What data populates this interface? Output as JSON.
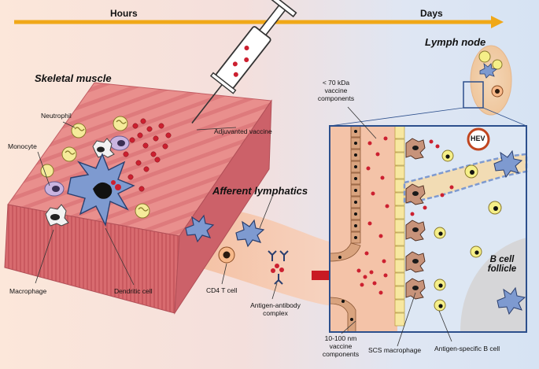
{
  "timeline": {
    "start": "Hours",
    "end": "Days"
  },
  "labels": {
    "skeletal_muscle": "Skeletal muscle",
    "neutrophil": "Neutrophil",
    "monocyte": "Monocyte",
    "macrophage": "Macrophage",
    "dendritic_cell": "Dendritic cell",
    "adjuvanted_vaccine": "Adjuvanted vaccine",
    "afferent_lymphatics": "Afferent lymphatics",
    "cd4_t_cell": "CD4 T cell",
    "antigen_antibody_line1": "Antigen-antibody",
    "antigen_antibody_line2": "complex",
    "lymph_node": "Lymph node",
    "small_components_line1": "< 70 kDa",
    "small_components_line2": "vaccine",
    "small_components_line3": "components",
    "hev": "HEV",
    "b_cell_follicle_line1": "B cell",
    "b_cell_follicle_line2": "follicle",
    "large_components_line1": "10-100 nm",
    "large_components_line2": "vaccine",
    "large_components_line3": "components",
    "scs_macrophage": "SCS macrophage",
    "antigen_specific_b_cell": "Antigen-specific B cell"
  },
  "colors": {
    "timeline_arrow": "#f0a818",
    "muscle": "#e58a8a",
    "dendritic_cell": "#7e9ad0",
    "lymphatic": "#f6c3a6",
    "lymph_frame": "#2c4f8c",
    "vaccine_particle": "#cc2030",
    "neutrophil": "#f5eb9a",
    "b_cell": "#f5ef88",
    "monocyte": "#c9b4e0",
    "hev_ring": "#c0451f"
  }
}
